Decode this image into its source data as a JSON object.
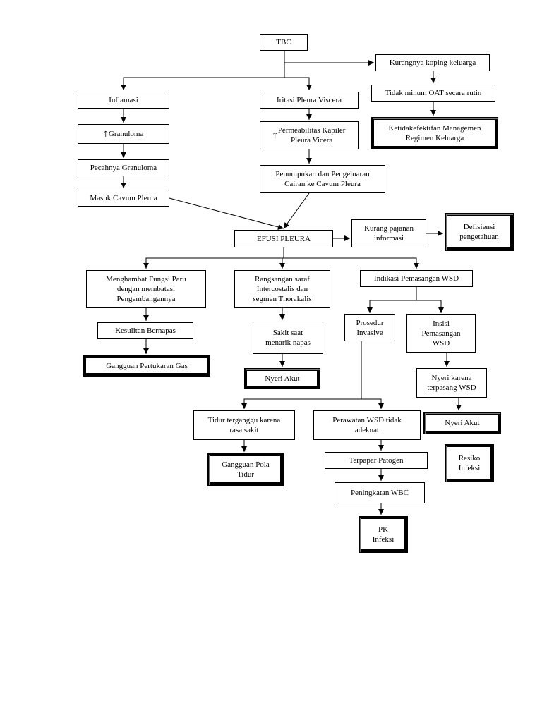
{
  "nodes": {
    "tbc": "TBC",
    "kurangnya_koping": "Kurangnya koping keluarga",
    "tidak_minum_oat": "Tidak minum OAT secara rutin",
    "ketidakefektifan": "Ketidakefektifan Managemen\nRegimen Keluarga",
    "inflamasi": "Inflamasi",
    "granuloma": "Granuloma",
    "pecahnya_granuloma": "Pecahnya Granuloma",
    "masuk_cavum": "Masuk Cavum Pleura",
    "iritasi_pleura": "Iritasi Pleura Viscera",
    "permeabilitas": "Permeabilitas Kapiler\nPleura Vicera",
    "penumpukan": "Penumpukan dan Pengeluaran\nCairan ke Cavum Pleura",
    "efusi_pleura": "EFUSI PLEURA",
    "kurang_pajanan": "Kurang pajanan\ninformasi",
    "defisiensi": "Defisiensi\npengetahuan",
    "menghambat": "Menghambat Fungsi Paru\ndengan membatasi\nPengembangannya",
    "kesulitan_bernapas": "Kesulitan Bernapas",
    "gangguan_pertukaran": "Gangguan Pertukaran Gas",
    "rangsangan_saraf": "Rangsangan saraf\nIntercostalis dan\nsegmen Thorakalis",
    "sakit_saat": "Sakit saat\nmenarik napas",
    "nyeri_akut_1": "Nyeri Akut",
    "indikasi_wsd": "Indikasi Pemasangan WSD",
    "prosedur_invasive": "Prosedur\nInvasive",
    "insisi": "Insisi\nPemasangan\nWSD",
    "nyeri_karena": "Nyeri karena\nterpasang WSD",
    "nyeri_akut_2": "Nyeri Akut",
    "resiko_infeksi": "Resiko\nInfeksi",
    "tidur_terganggu": "Tidur terganggu karena\nrasa sakit",
    "gangguan_pola": "Gangguan Pola\nTidur",
    "perawatan_wsd": "Perawatan WSD tidak\nadekuat",
    "terpapar": "Terpapar Patogen",
    "peningkatan_wbc": "Peningkatan WBC",
    "pk_infeksi": "PK\nInfeksi"
  },
  "up_arrow_glyph": "🡑",
  "edges": [
    [
      "tbc",
      "kurangnya_koping"
    ],
    [
      "tbc",
      "inflamasi"
    ],
    [
      "tbc",
      "iritasi_pleura"
    ],
    [
      "kurangnya_koping",
      "tidak_minum_oat"
    ],
    [
      "tidak_minum_oat",
      "ketidakefektifan"
    ],
    [
      "inflamasi",
      "granuloma"
    ],
    [
      "granuloma",
      "pecahnya_granuloma"
    ],
    [
      "pecahnya_granuloma",
      "masuk_cavum"
    ],
    [
      "masuk_cavum",
      "efusi_pleura"
    ],
    [
      "iritasi_pleura",
      "permeabilitas"
    ],
    [
      "permeabilitas",
      "penumpukan"
    ],
    [
      "penumpukan",
      "efusi_pleura"
    ],
    [
      "efusi_pleura",
      "kurang_pajanan"
    ],
    [
      "kurang_pajanan",
      "defisiensi"
    ],
    [
      "efusi_pleura",
      "menghambat"
    ],
    [
      "efusi_pleura",
      "rangsangan_saraf"
    ],
    [
      "efusi_pleura",
      "indikasi_wsd"
    ],
    [
      "menghambat",
      "kesulitan_bernapas"
    ],
    [
      "kesulitan_bernapas",
      "gangguan_pertukaran"
    ],
    [
      "rangsangan_saraf",
      "sakit_saat"
    ],
    [
      "sakit_saat",
      "nyeri_akut_1"
    ],
    [
      "indikasi_wsd",
      "prosedur_invasive"
    ],
    [
      "indikasi_wsd",
      "insisi"
    ],
    [
      "insisi",
      "nyeri_karena"
    ],
    [
      "nyeri_karena",
      "nyeri_akut_2"
    ],
    [
      "prosedur_invasive",
      "tidur_terganggu"
    ],
    [
      "prosedur_invasive",
      "perawatan_wsd"
    ],
    [
      "tidur_terganggu",
      "gangguan_pola"
    ],
    [
      "perawatan_wsd",
      "terpapar"
    ],
    [
      "terpapar",
      "peningkatan_wbc"
    ],
    [
      "peningkatan_wbc",
      "pk_infeksi"
    ]
  ]
}
